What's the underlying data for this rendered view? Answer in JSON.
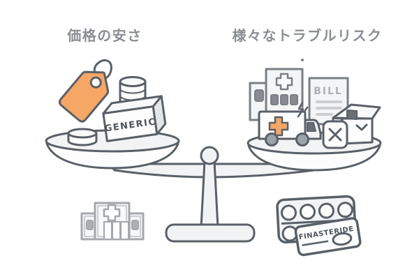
{
  "titles": {
    "left": "価格の安さ",
    "right": "様々なトラブルリスク"
  },
  "labels": {
    "generic_box": "GENERIC",
    "bill_document": "BILL",
    "finasteride_card": "FINASTERIDE"
  },
  "icons": {
    "left_pan": [
      "price-tag-icon",
      "tag-string-icon",
      "coin-stack-icon",
      "coin-icon",
      "generic-box-icon"
    ],
    "right_pan": [
      "clinic-document-icon",
      "hospital-document-icon",
      "bill-document-icon",
      "ambulance-icon",
      "impact-spark-icon",
      "package-box-icon",
      "cancel-box-icon"
    ],
    "center": [
      "balance-scale-icon"
    ],
    "bottom_left": [
      "hospital-building-icon"
    ],
    "bottom_right": [
      "pill-blister-icon",
      "finasteride-card-icon"
    ]
  },
  "colors": {
    "background": "#ffffff",
    "outline": "#5a6067",
    "accent_orange": "#f6a765",
    "title_text": "#8a8e94",
    "label_text": "#4e545b",
    "light_fill": "#f2f3f5",
    "dark_fill": "#6a6f76"
  }
}
